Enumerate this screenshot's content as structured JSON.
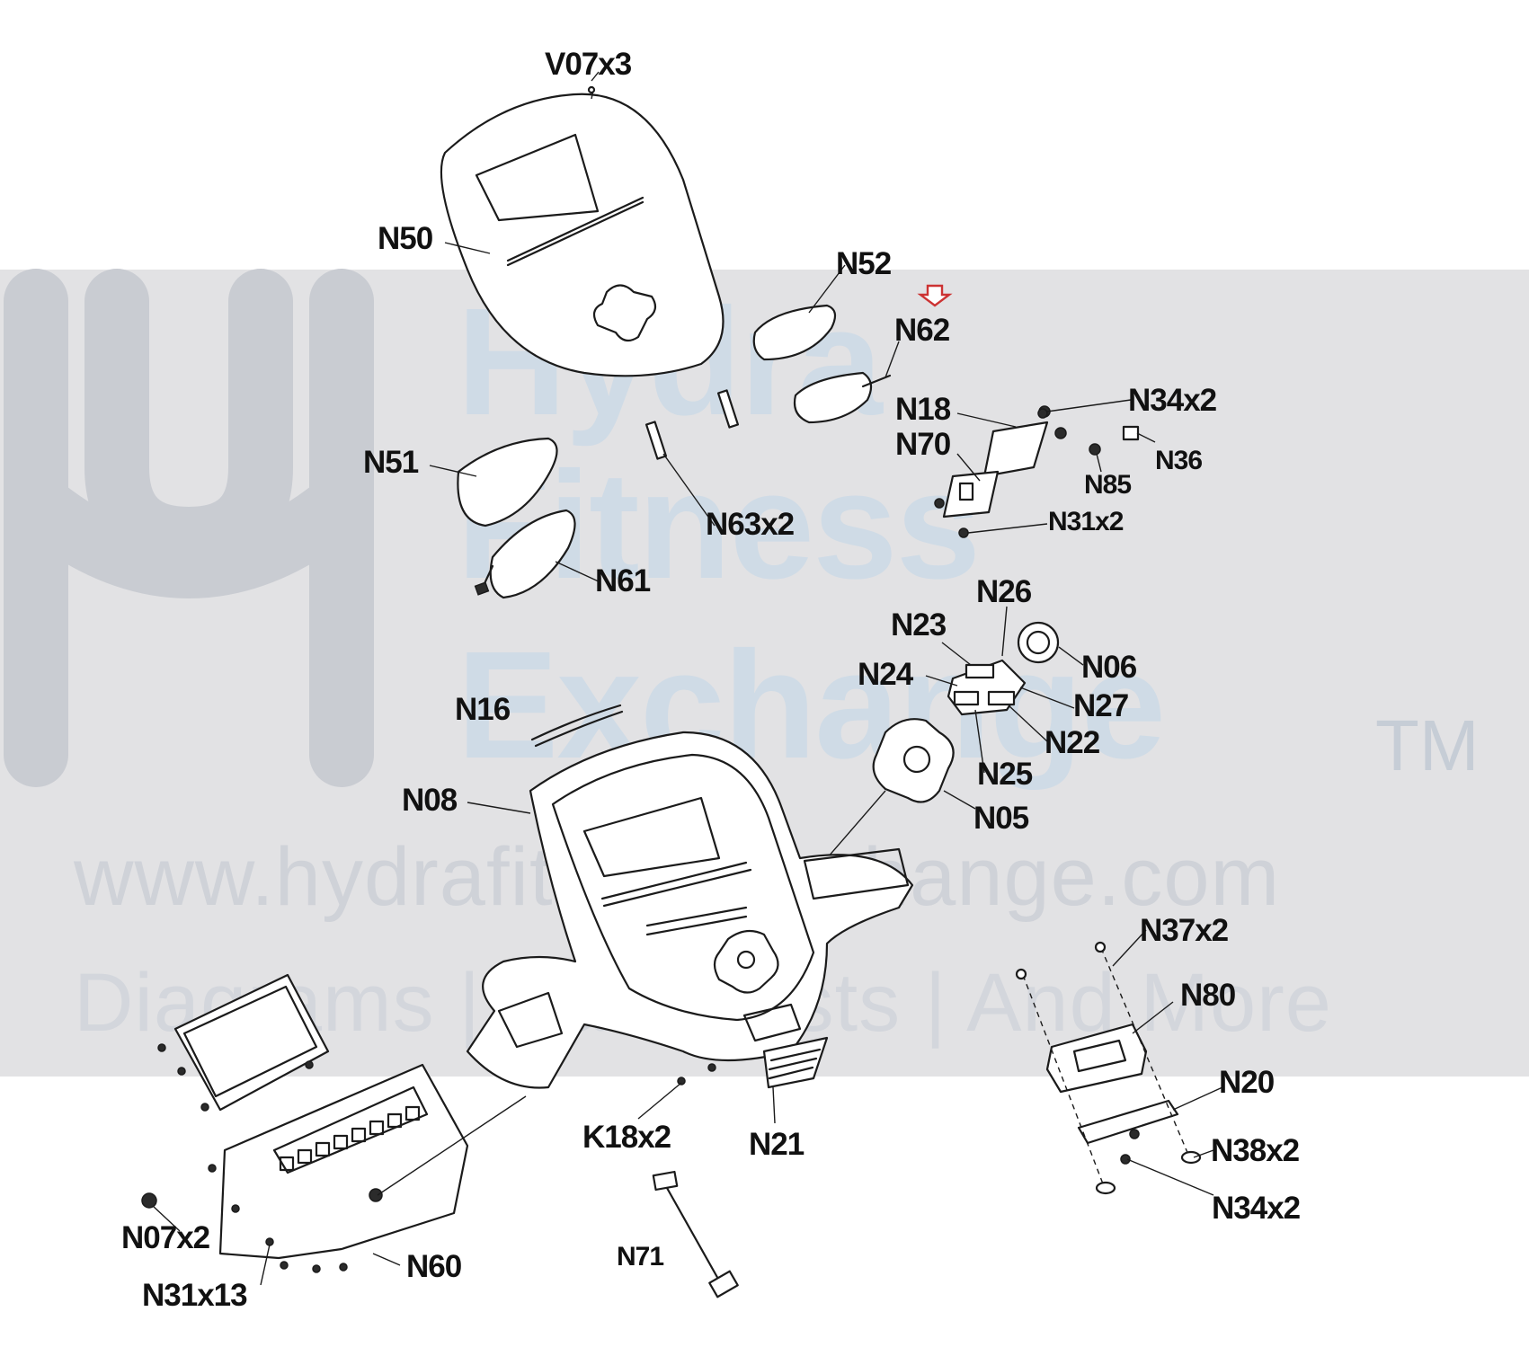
{
  "watermark": {
    "brand_line1": "Hydra",
    "brand_line2": "Fitness",
    "brand_line3": "Exchange",
    "trademark": "TM",
    "url": "www.hydrafitnessexchange.com",
    "tagline": "Diagrams | Parts Lists | And More"
  },
  "colors": {
    "highlight_arrow": "#cc3333",
    "watermark_band": "#e2e2e4",
    "line": "#1b1b1b"
  },
  "labels": {
    "V07x3": "V07x3",
    "N50": "N50",
    "N52": "N52",
    "N62": "N62",
    "N34x2_top": "N34x2",
    "N18": "N18",
    "N70": "N70",
    "N36": "N36",
    "N85": "N85",
    "N31x2": "N31x2",
    "N51": "N51",
    "N63x2": "N63x2",
    "N61": "N61",
    "N26": "N26",
    "N23": "N23",
    "N06": "N06",
    "N24": "N24",
    "N27": "N27",
    "N16": "N16",
    "N22": "N22",
    "N25": "N25",
    "N08": "N08",
    "N05": "N05",
    "N37x2": "N37x2",
    "N80": "N80",
    "N20": "N20",
    "K18x2": "K18x2",
    "N21": "N21",
    "N38x2": "N38x2",
    "N34x2_bottom": "N34x2",
    "N07x2": "N07x2",
    "N60": "N60",
    "N71": "N71",
    "N31x13": "N31x13"
  }
}
